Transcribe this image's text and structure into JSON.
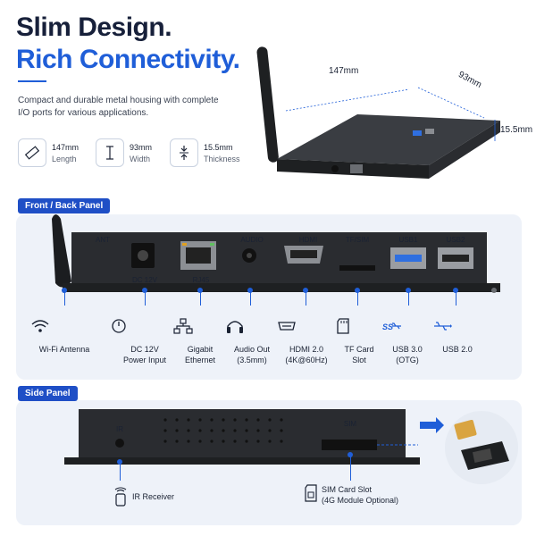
{
  "header": {
    "title_line1": "Slim Design.",
    "title_line2": "Rich Connectivity.",
    "description": "Compact and durable metal housing with complete I/O ports for various applications."
  },
  "specs": [
    {
      "icon": "ruler-icon",
      "value": "147mm",
      "label": "Length"
    },
    {
      "icon": "width-icon",
      "value": "93mm",
      "label": "Width"
    },
    {
      "icon": "thickness-icon",
      "value": "15.5mm",
      "label": "Thickness"
    }
  ],
  "device_dimensions": {
    "length": "147mm",
    "width": "93mm",
    "height": "15.5mm"
  },
  "device_rear_labels": [
    "ANT",
    "DC 12V",
    "RJ45",
    "AUDIO",
    "HDMI",
    "TF/SIM",
    "USB1",
    "USB2"
  ],
  "front_back": {
    "section_label": "Front / Back Panel",
    "port_labels": {
      "ant": "ANT",
      "dc": "DC 12V",
      "rj45": "RJ45",
      "audio": "AUDIO",
      "hdmi": "HDMI",
      "tfsim": "TF/SIM",
      "usb1": "USB1",
      "usb2": "USB2"
    },
    "features": [
      {
        "icon": "wifi-icon",
        "line1": "Wi-Fi Antenna",
        "line2": ""
      },
      {
        "icon": "power-icon",
        "line1": "DC 12V",
        "line2": "Power Input"
      },
      {
        "icon": "network-icon",
        "line1": "Gigabit",
        "line2": "Ethernet"
      },
      {
        "icon": "headphones-icon",
        "line1": "Audio Out",
        "line2": "(3.5mm)"
      },
      {
        "icon": "hdmi-icon",
        "line1": "HDMI 2.0",
        "line2": "(4K@60Hz)"
      },
      {
        "icon": "sd-card-icon",
        "line1": "TF Card",
        "line2": "Slot"
      },
      {
        "icon": "usb3-icon",
        "line1": "USB 3.0",
        "line2": "(OTG)"
      },
      {
        "icon": "usb-icon",
        "line1": "USB 2.0",
        "line2": ""
      }
    ]
  },
  "side": {
    "section_label": "Side Panel",
    "ir_label": "IR",
    "sim_label": "SIM",
    "ir_feature": "IR Receiver",
    "sim_feature_line1": "SIM Card Slot",
    "sim_feature_line2": "(4G Module Optional)"
  },
  "colors": {
    "accent": "#1f5ed8",
    "dark_title": "#17203a",
    "panel_bg": "#eef2f9",
    "device": "#2b2d30"
  }
}
